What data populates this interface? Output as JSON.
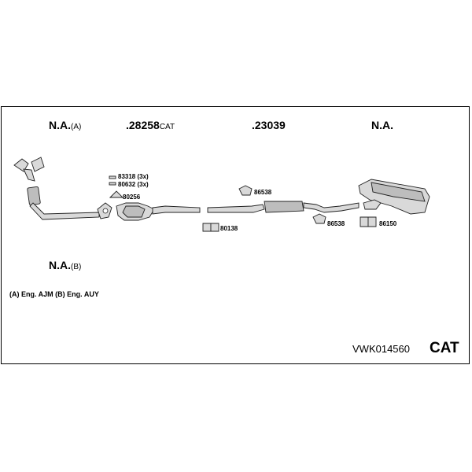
{
  "top_labels": {
    "front_pipe": {
      "code": "N.A.",
      "suffix": "(A)"
    },
    "catalyst": {
      "code": ".28258",
      "suffix": "CAT"
    },
    "middle": {
      "code": ".23039",
      "suffix": ""
    },
    "rear": {
      "code": "N.A.",
      "suffix": ""
    }
  },
  "alt_label": {
    "code": "N.A.",
    "suffix": "(B)"
  },
  "parts": {
    "p83318": "83318 (3x)",
    "p80632": "80632 (3x)",
    "p80256": "80256",
    "p80138": "80138",
    "p86538a": "86538",
    "p86538b": "86538",
    "p86150": "86150"
  },
  "note": "(A) Eng. AJM (B) Eng. AUY",
  "kit_code": "VWK014560",
  "kit_type": "CAT"
}
